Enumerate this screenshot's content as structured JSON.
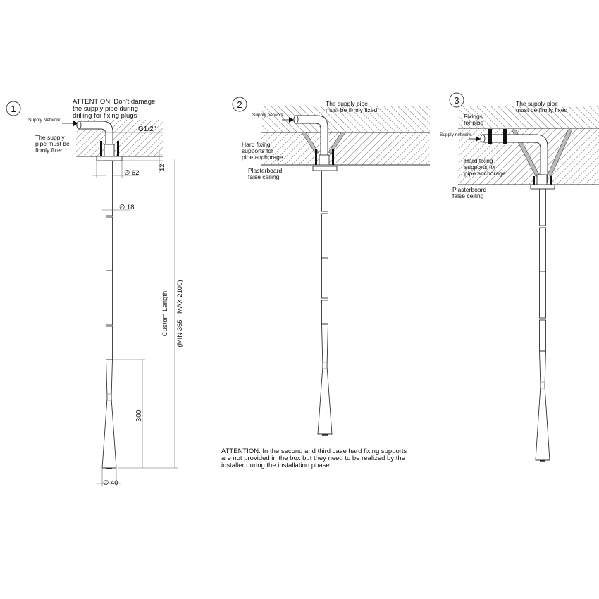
{
  "steps": [
    {
      "number": "1",
      "attention": [
        "ATTENTION: Don't damage",
        "the supply pipe during",
        "drilling for fixing plugs"
      ],
      "supply_label": "Supply Network",
      "pipe_note": [
        "The supply",
        "pipe must be",
        "firmly fixed"
      ],
      "thread_label": "G1/2\"",
      "dims": {
        "flange_thickness": "12",
        "flange_diameter": "∅ 62",
        "pipe_diameter": "∅ 18",
        "cone_length": "300",
        "cone_diameter": "∅ 40",
        "custom_length": [
          "Custom Length",
          "(MIN 365 - MAX 2100)"
        ]
      }
    },
    {
      "number": "2",
      "supply_label": "Supply network",
      "pipe_note": [
        "The supply pipe",
        "must be firmly fixed"
      ],
      "supports_label": [
        "Hard fixing",
        "supports for",
        "pipe anchorage"
      ],
      "ceiling_label": [
        "Plasterboard",
        "false ceiling"
      ]
    },
    {
      "number": "3",
      "supply_label": "Supply network",
      "pipe_note": [
        "The supply pipe",
        "must be firmly fixed"
      ],
      "fixings_label": [
        "Fixings",
        "for pipe"
      ],
      "supports_label": [
        "Hard fixing",
        "supports for",
        "pipe anchorage"
      ],
      "ceiling_label": [
        "Plasterboard",
        "false ceiling"
      ]
    }
  ],
  "footer_note": [
    "ATTENTION: In the second and third case hard fixing supports",
    "are not provided in the box but they need to be realized by the",
    "installer during the installation phase"
  ],
  "colors": {
    "line": "#333333",
    "hatch": "#888888",
    "fill": "#111111"
  }
}
